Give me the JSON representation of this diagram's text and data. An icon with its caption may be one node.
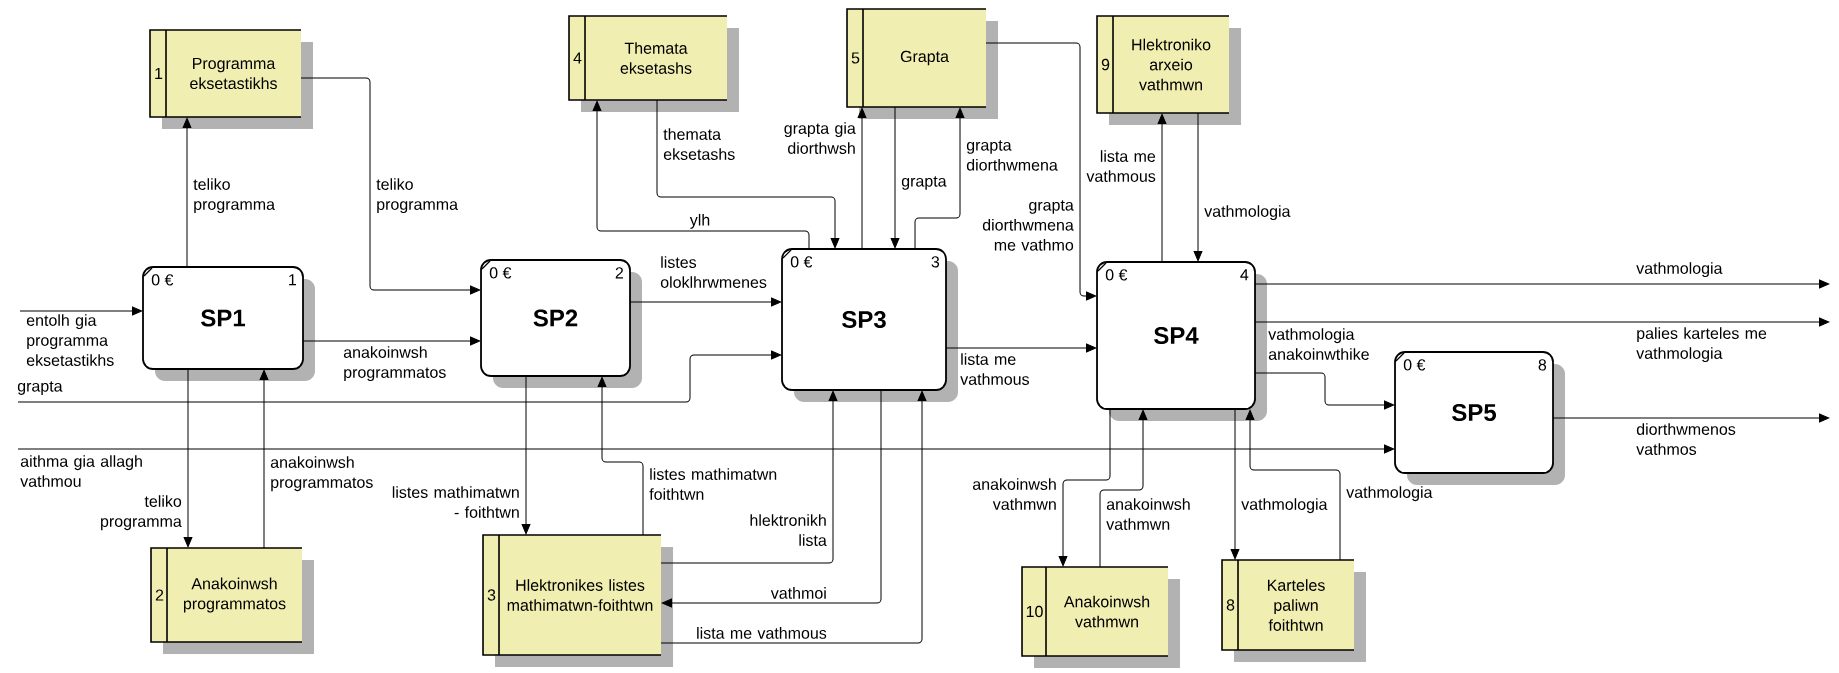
{
  "diagram": {
    "nodes": [
      {
        "text": [
          "0 €",
          "1",
          "SP1"
        ]
      },
      {
        "text": [
          "0 €",
          "2",
          "SP2"
        ]
      },
      {
        "text": [
          "0 €",
          "3",
          "SP3"
        ]
      },
      {
        "text": [
          "0 €",
          "4",
          "SP4"
        ]
      },
      {
        "text": [
          "0 €",
          "8",
          "SP5"
        ]
      },
      {
        "text": [
          "1",
          "Programma eksetastikhs"
        ]
      },
      {
        "text": [
          "2",
          "Anakoinwsh programmatos"
        ]
      },
      {
        "text": [
          "4",
          "Themata eksetashs"
        ]
      },
      {
        "text": [
          "5",
          "Grapta"
        ]
      },
      {
        "text": [
          "3",
          "Hlektronikes listes mathimatwn-foithtwn"
        ]
      },
      {
        "text": [
          "9",
          "Hlektroniko arxeio vathmwn"
        ]
      },
      {
        "text": [
          "10",
          "Anakoinwsh vathmwn"
        ]
      },
      {
        "text": [
          "8",
          "Karteles paliwn foithtwn"
        ]
      }
    ],
    "edges": [
      {
        "from": null,
        "to": 0,
        "arrow": "to",
        "label": "entolh gia programma eksetastikhs"
      },
      {
        "from": 0,
        "to": 5,
        "arrow": "to",
        "label": "teliko programma"
      },
      {
        "from": 5,
        "to": 1,
        "arrow": "to",
        "label": "teliko programma"
      },
      {
        "from": 0,
        "to": 1,
        "arrow": "to",
        "label": "anakoinwsh programmatos"
      },
      {
        "from": null,
        "to": 2,
        "arrow": "to",
        "label": "grapta"
      },
      {
        "from": null,
        "to": 4,
        "arrow": "to",
        "label": "aithma gia allagh vathmou"
      },
      {
        "from": 0,
        "to": 6,
        "arrow": "to",
        "label": "teliko programma"
      },
      {
        "from": 6,
        "to": 0,
        "arrow": "to",
        "label": "anakoinwsh programmatos"
      },
      {
        "from": 1,
        "to": 9,
        "arrow": "to",
        "label": "listes mathimatwn - foithtwn"
      },
      {
        "from": 9,
        "to": 1,
        "arrow": "to",
        "label": "listes mathimatwn foithtwn"
      },
      {
        "from": 1,
        "to": 2,
        "arrow": "to",
        "label": "listes oloklhrwmenes"
      },
      {
        "from": 2,
        "to": 7,
        "arrow": "to",
        "label": "ylh"
      },
      {
        "from": 7,
        "to": 2,
        "arrow": "to",
        "label": "themata eksetashs"
      },
      {
        "from": 2,
        "to": 8,
        "arrow": "to",
        "label": "grapta gia diorthwsh"
      },
      {
        "from": 8,
        "to": 2,
        "arrow": "to",
        "label": "grapta"
      },
      {
        "from": 2,
        "to": 8,
        "arrow": "to",
        "label": "grapta diorthwmena"
      },
      {
        "from": 8,
        "to": 3,
        "arrow": "to",
        "label": "grapta diorthwmena me vathmo"
      },
      {
        "from": 2,
        "to": 3,
        "arrow": "to",
        "label": "lista me vathmous"
      },
      {
        "from": 9,
        "to": 2,
        "arrow": "to",
        "label": "hlektronikh lista"
      },
      {
        "from": 2,
        "to": 9,
        "arrow": "to",
        "label": "vathmoi"
      },
      {
        "from": 9,
        "to": 2,
        "arrow": "to",
        "label": "lista me vathmous"
      },
      {
        "from": 3,
        "to": 10,
        "arrow": "to",
        "label": "lista me vathmous"
      },
      {
        "from": 10,
        "to": 3,
        "arrow": "to",
        "label": "vathmologia"
      },
      {
        "from": 3,
        "to": null,
        "arrow": "to",
        "label": "vathmologia"
      },
      {
        "from": 3,
        "to": null,
        "arrow": "to",
        "label": "palies karteles me vathmologia"
      },
      {
        "from": 3,
        "to": 4,
        "arrow": "to",
        "label": "vathmologia anakoinwthike"
      },
      {
        "from": 4,
        "to": null,
        "arrow": "to",
        "label": "diorthwmenos vathmos"
      },
      {
        "from": 3,
        "to": 11,
        "arrow": "to",
        "label": "anakoinwsh vathmwn"
      },
      {
        "from": 11,
        "to": 3,
        "arrow": "to",
        "label": "anakoinwsh vathmwn"
      },
      {
        "from": 3,
        "to": 12,
        "arrow": "to",
        "label": "vathmologia"
      },
      {
        "from": 12,
        "to": 3,
        "arrow": "to",
        "label": "vathmologia"
      }
    ]
  }
}
